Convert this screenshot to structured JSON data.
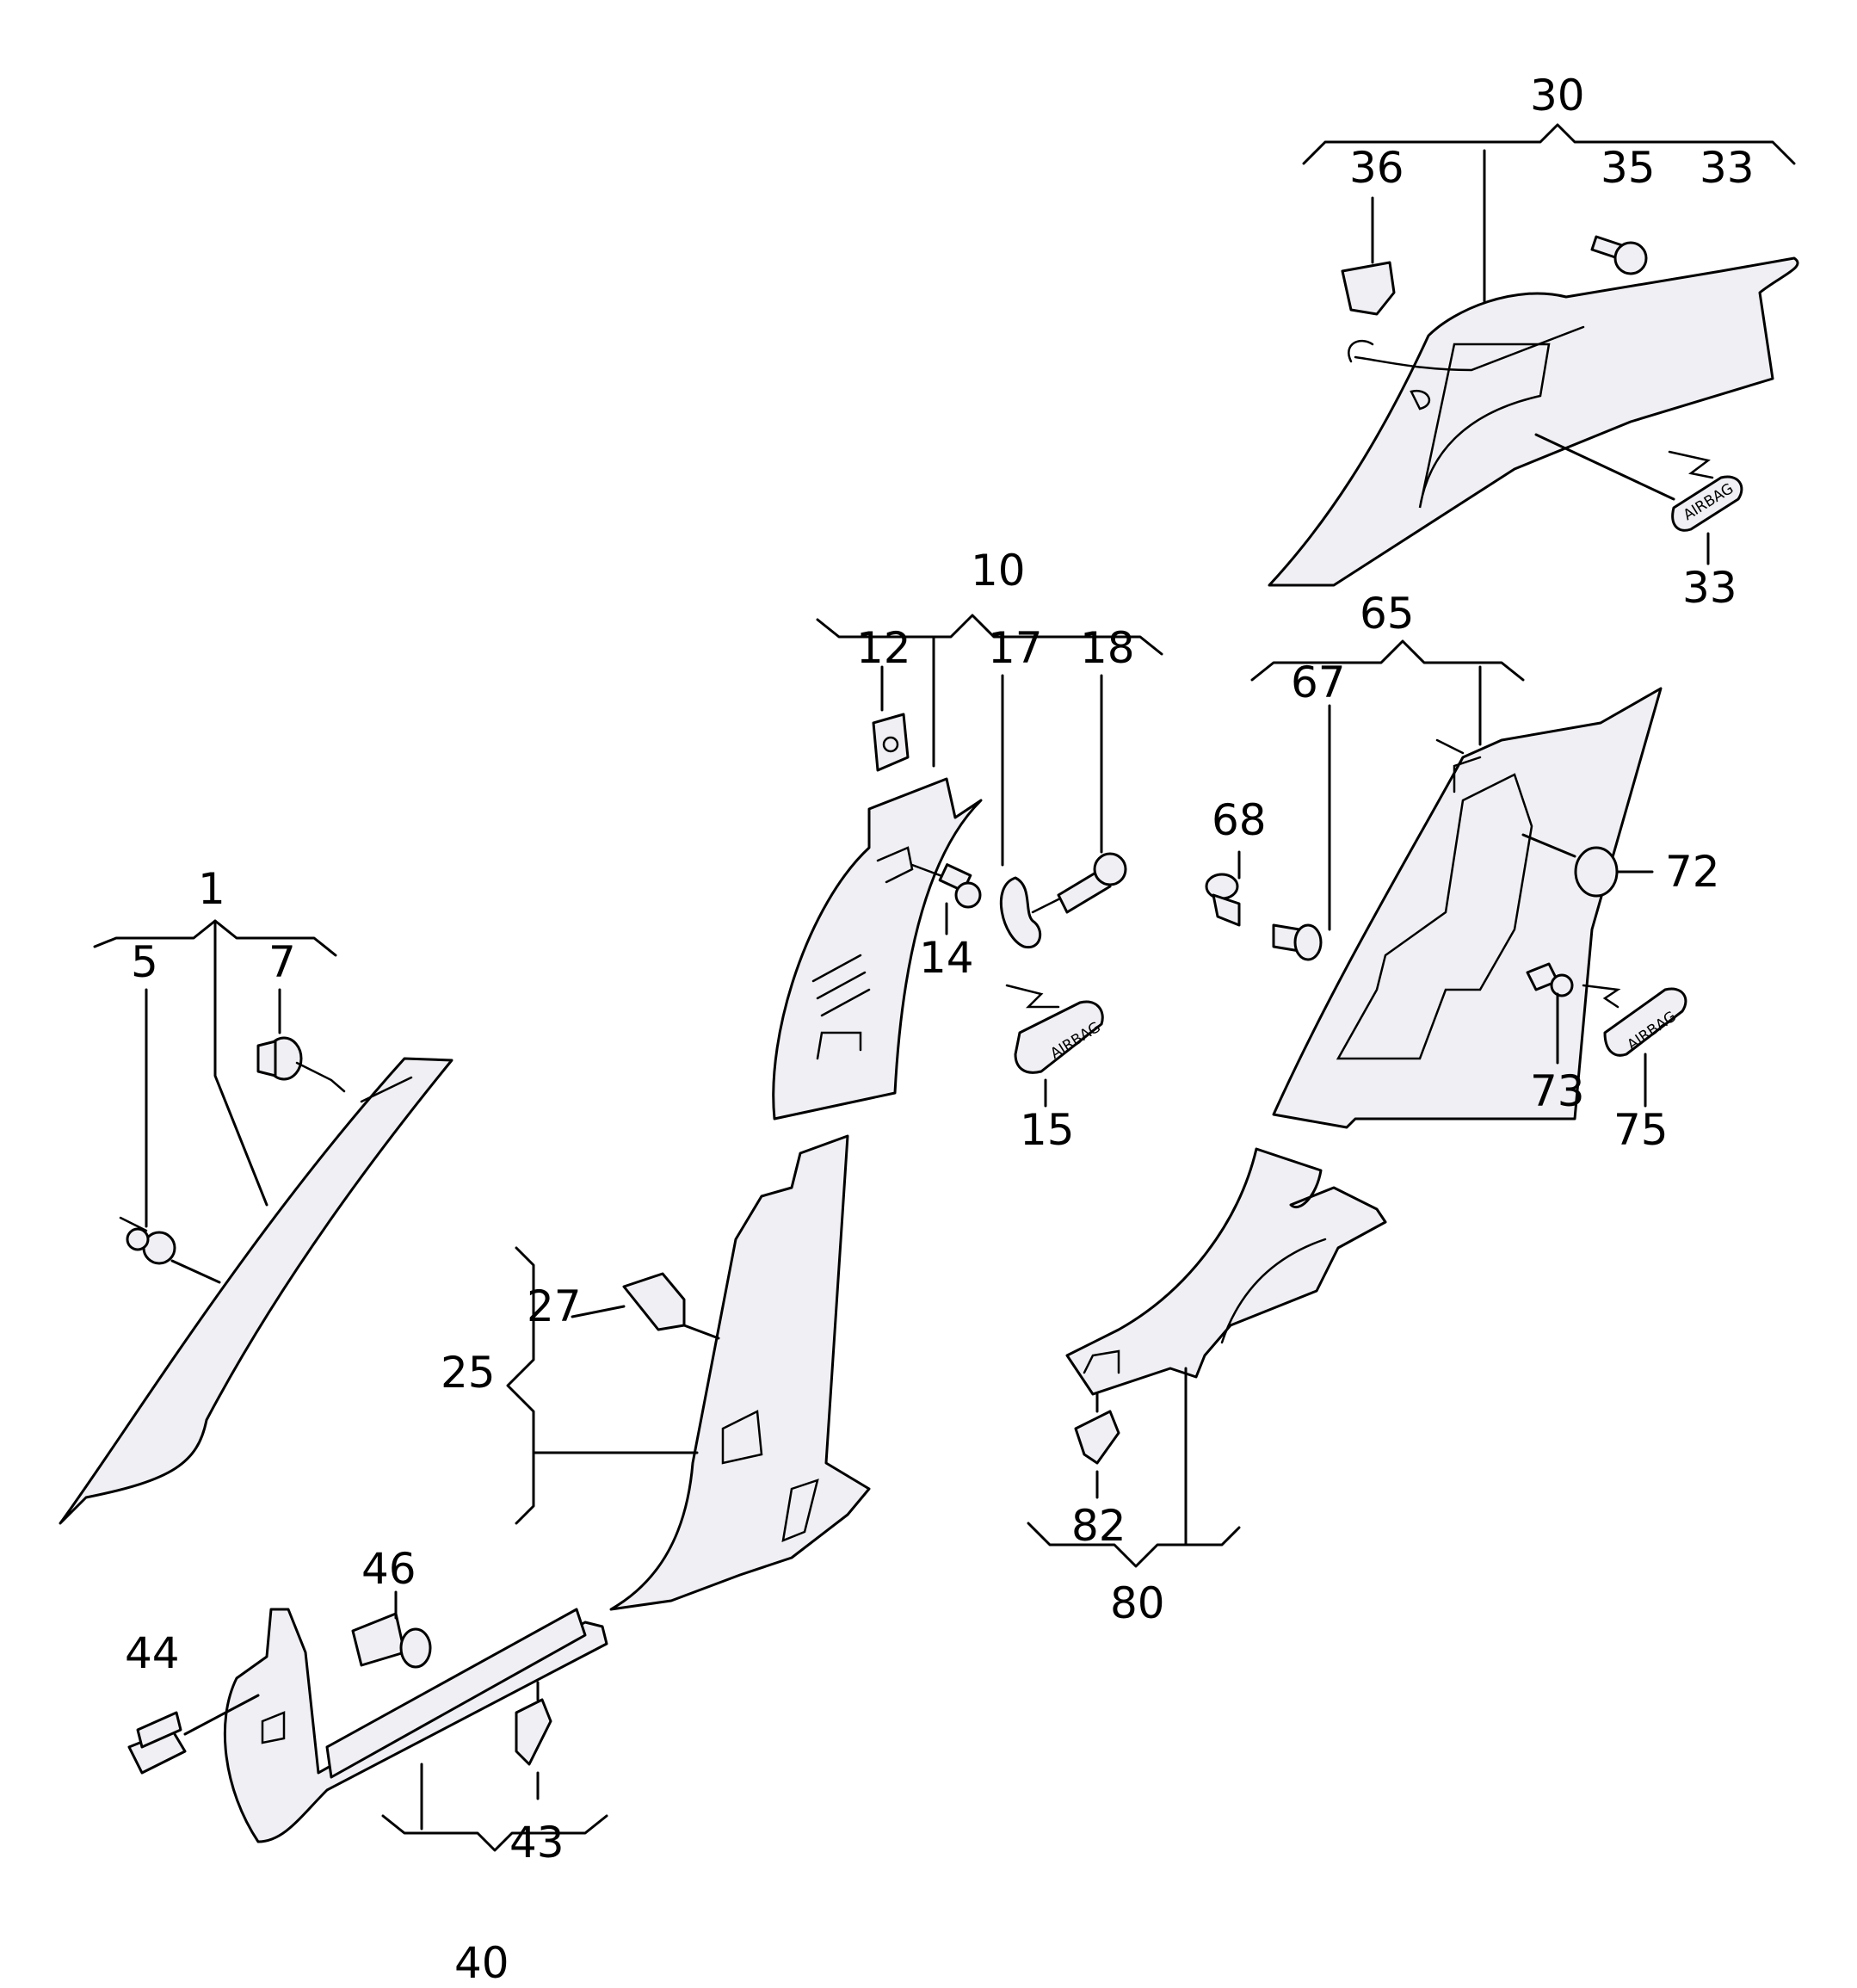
{
  "diagram": {
    "callouts": {
      "c1": "1",
      "c5": "5",
      "c7": "7",
      "c10": "10",
      "c12": "12",
      "c14": "14",
      "c15": "15",
      "c17": "17",
      "c18": "18",
      "c25": "25",
      "c27": "27",
      "c30": "30",
      "c33a": "33",
      "c33b": "33",
      "c35": "35",
      "c36": "36",
      "c40": "40",
      "c43": "43",
      "c44": "44",
      "c46": "46",
      "c65": "65",
      "c67": "67",
      "c68": "68",
      "c72": "72",
      "c73": "73",
      "c75": "75",
      "c80": "80",
      "c82": "82"
    },
    "badge_text": "AIRBAG",
    "line_color": "#000000",
    "part_fill": "#f0eff3"
  }
}
